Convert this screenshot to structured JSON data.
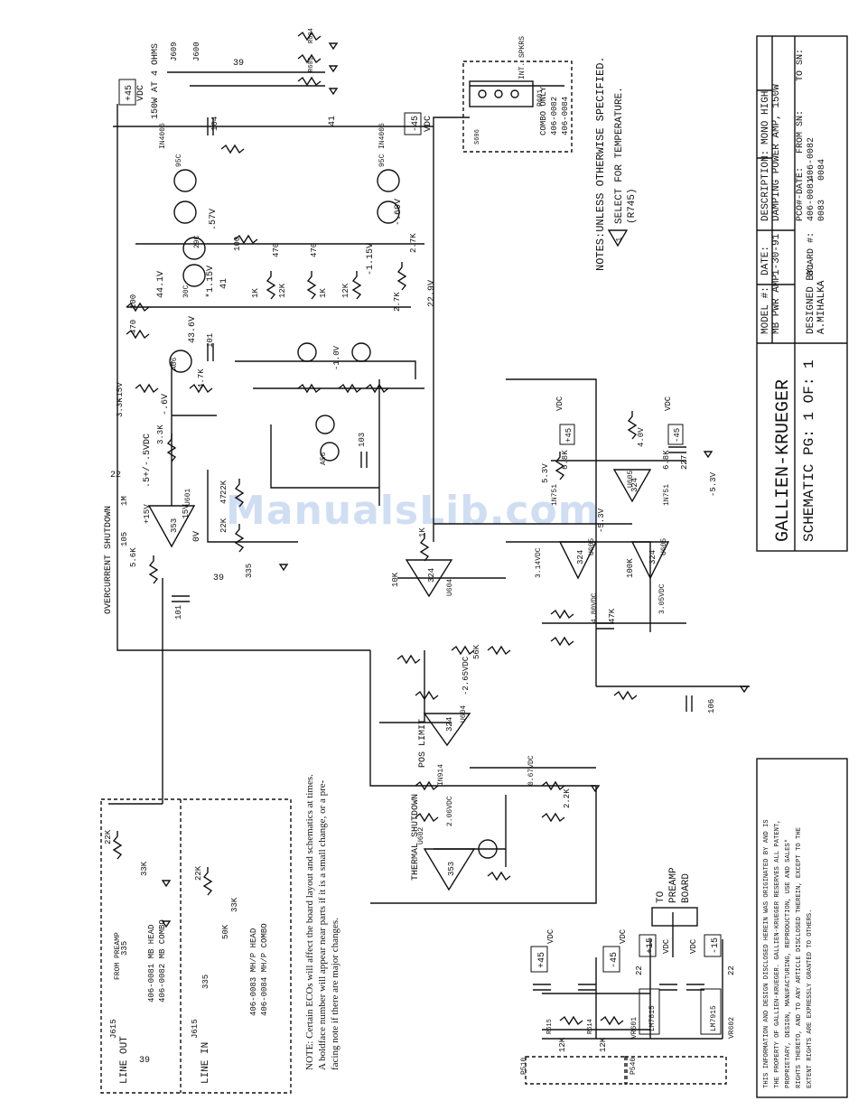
{
  "title_block": {
    "company": "GALLIEN-KRUEGER",
    "sheet": "SCHEMATIC PG: 1 OF: 1",
    "model_label": "MODEL #:",
    "model": "MB PWR AMP",
    "date_label": "DATE:",
    "date": "1-30-91",
    "description_label": "DESCRIPTION:",
    "description_1": "MONO HIGH",
    "description_2": "DAMPING POWER AMP, 150W",
    "designed_by_label": "DESIGNED BY:",
    "designed_by": "A.MIHALKA",
    "board_label": "BOARD #:",
    "board_1": "406-0081",
    "board_2": "0083",
    "board_3": "406-0082",
    "board_4": "0084",
    "pco_label": "PCO#-DATE:",
    "from_sn": "FROM SN:",
    "to_sn": "TO SN:"
  },
  "notes": {
    "unless": "NOTES:UNLESS OTHERWISE SPECIFIED.",
    "select_temp": "SELECT FOR TEMPERATURE.",
    "r745": "(R745)",
    "triangle": "1"
  },
  "eco_note": [
    "NOTE:  Certain ECOs will affect the board layout and schematics at times.",
    "A boldface number will appear near parts if it is a small change, or a pre-",
    "facing note if there are major changes."
  ],
  "copyright": [
    "THIS INFORMATION AND DESIGN DISCLOSED HEREIN WAS ORIGINATED BY AND IS",
    "THE PROPERTY OF GALLIEN-KRUEGER. GALLIEN-KRUEGER RESERVES ALL PATENT,",
    "PROPRIETARY, DESIGN, MANUFACTURING, REPRODUCTION, USE AND SALES*",
    "RIGHTS THERETO, AND TO ANY ARTICLE DISCLOSED THEREIN, EXCEPT TO THE",
    "EXTENT RIGHTS ARE EXPRESSLY GRANTED TO OTHERS."
  ],
  "output_section": {
    "vdc_pos": "+45",
    "vdc_label": "VDC",
    "rating": "150W AT 4 OHMS",
    "j600": "J600",
    "j609": "J609",
    "r604": "R604",
    "r605": "R605",
    "n39": "39",
    "combo_only": "COMBO ONLY",
    "combo_boards": "406-0082",
    "combo_boards_2": "406-0084",
    "int_spkrs": "INT. SPKRS",
    "p601": "P601",
    "vdc_neg": "-45",
    "s606": "S606"
  },
  "supply": {
    "pos15": "+15",
    "neg15": "-15",
    "vdc": "VDC",
    "pos45": "+45",
    "neg45": "-45",
    "vr601": "VR601",
    "vr602": "VR602",
    "lm7815": "LM7815",
    "lm7915": "LM7915",
    "to_preamp": "TO",
    "preamp": "PREAMP",
    "board": "BOARD",
    "n22a": "22",
    "n22b": "22",
    "r615": "R615",
    "r614": "R614",
    "k12a": "12K",
    "k12b": "12K",
    "p510": "P510",
    "p540": "P540"
  },
  "input_section": {
    "j615a": "J615",
    "j615b": "J615",
    "line_out": "LINE OUT",
    "line_in": "LINE IN",
    "from_preamp": "FROM PREAMP",
    "mb_head": "406-0081 MB HEAD",
    "mb_combo": "406-0082 MB COMBO",
    "mhp_head": "406-0083 MH/P HEAD",
    "mhp_combo": "406-0084 MH/P COMBO",
    "r22k": "22K",
    "r33k": "33K",
    "r50k": "50K",
    "c335": "335",
    "n39": "39"
  },
  "labels": {
    "overcurrent": "OVERCURRENT SHUTDOWN",
    "thermal": "THERMAL SHUTDOWN",
    "pos_limit": "POS LIMIT",
    "u601": "U601",
    "u602": "U602",
    "u604": "U604",
    "u605": "U605",
    "n353": "353",
    "n324": "324",
    "v441": "44.1V",
    "v436": "43.6V",
    "v115": "*1.15V",
    "v57": ".57V",
    "v60": "-.60V",
    "v229": "22.9V",
    "v115n": "-1.15V",
    "v10": "-1.0V",
    "v06": "-.6V",
    "v05": ".5+/-.5VDC",
    "v0": "0V",
    "v15n": "-15V",
    "v15p": "+15V",
    "v53": "5.3V",
    "v53n": "-5.3V",
    "v40": "4.0V",
    "v265": "-2.65VDC",
    "v314": "3.14VDC",
    "v480": "4.80VDC",
    "v305": "3.05VDC",
    "v206": "2.06VDC",
    "v067": "0.67VDC",
    "r1m": "1M",
    "n105": "105",
    "n22": "22",
    "n41": "41",
    "n47": "47",
    "k22": "22K",
    "k56": "5.6K",
    "k33": "3.3K",
    "k47": "4.7K",
    "k12": "12K",
    "k27": "2.7K",
    "k1": "1K",
    "k10": "10K",
    "k68": "6.8K",
    "k100": "100K",
    "k47b": "47K",
    "k22b": "2.2K",
    "k56b": "56K",
    "r470": "470",
    "r100": "100",
    "c101": "101",
    "c103": "103",
    "c104": "104",
    "c106": "106",
    "c335": "335",
    "c227": "227",
    "q95c": "95C",
    "q29c": "29C",
    "q30c": "30C",
    "a06": "A06",
    "a56": "A56",
    "in914": "IN914",
    "in751": "1N751",
    "in4006": "IN4006",
    "vdc": "VDC"
  }
}
